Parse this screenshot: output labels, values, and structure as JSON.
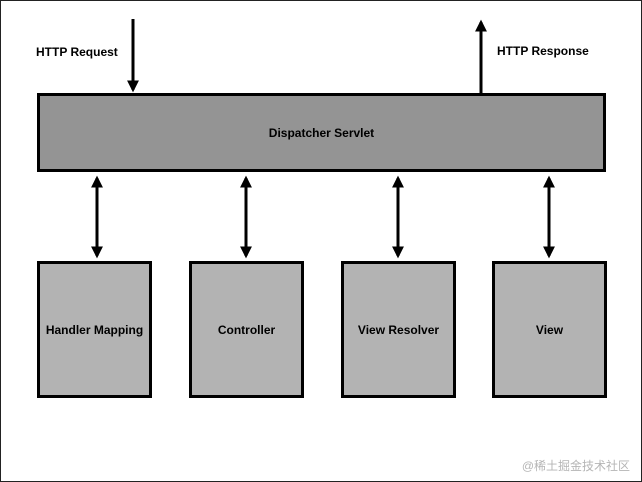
{
  "diagram": {
    "request_label": "HTTP Request",
    "response_label": "HTTP Response",
    "dispatcher_label": "Dispatcher Servlet",
    "components": [
      {
        "label": "Handler Mapping"
      },
      {
        "label": "Controller"
      },
      {
        "label": "View Resolver"
      },
      {
        "label": "View"
      }
    ]
  },
  "watermark": "@稀土掘金技术社区",
  "colors": {
    "dispatcher_fill": "#949494",
    "component_fill": "#b3b3b3",
    "stroke": "#000000",
    "watermark": "#b5b5b5"
  }
}
